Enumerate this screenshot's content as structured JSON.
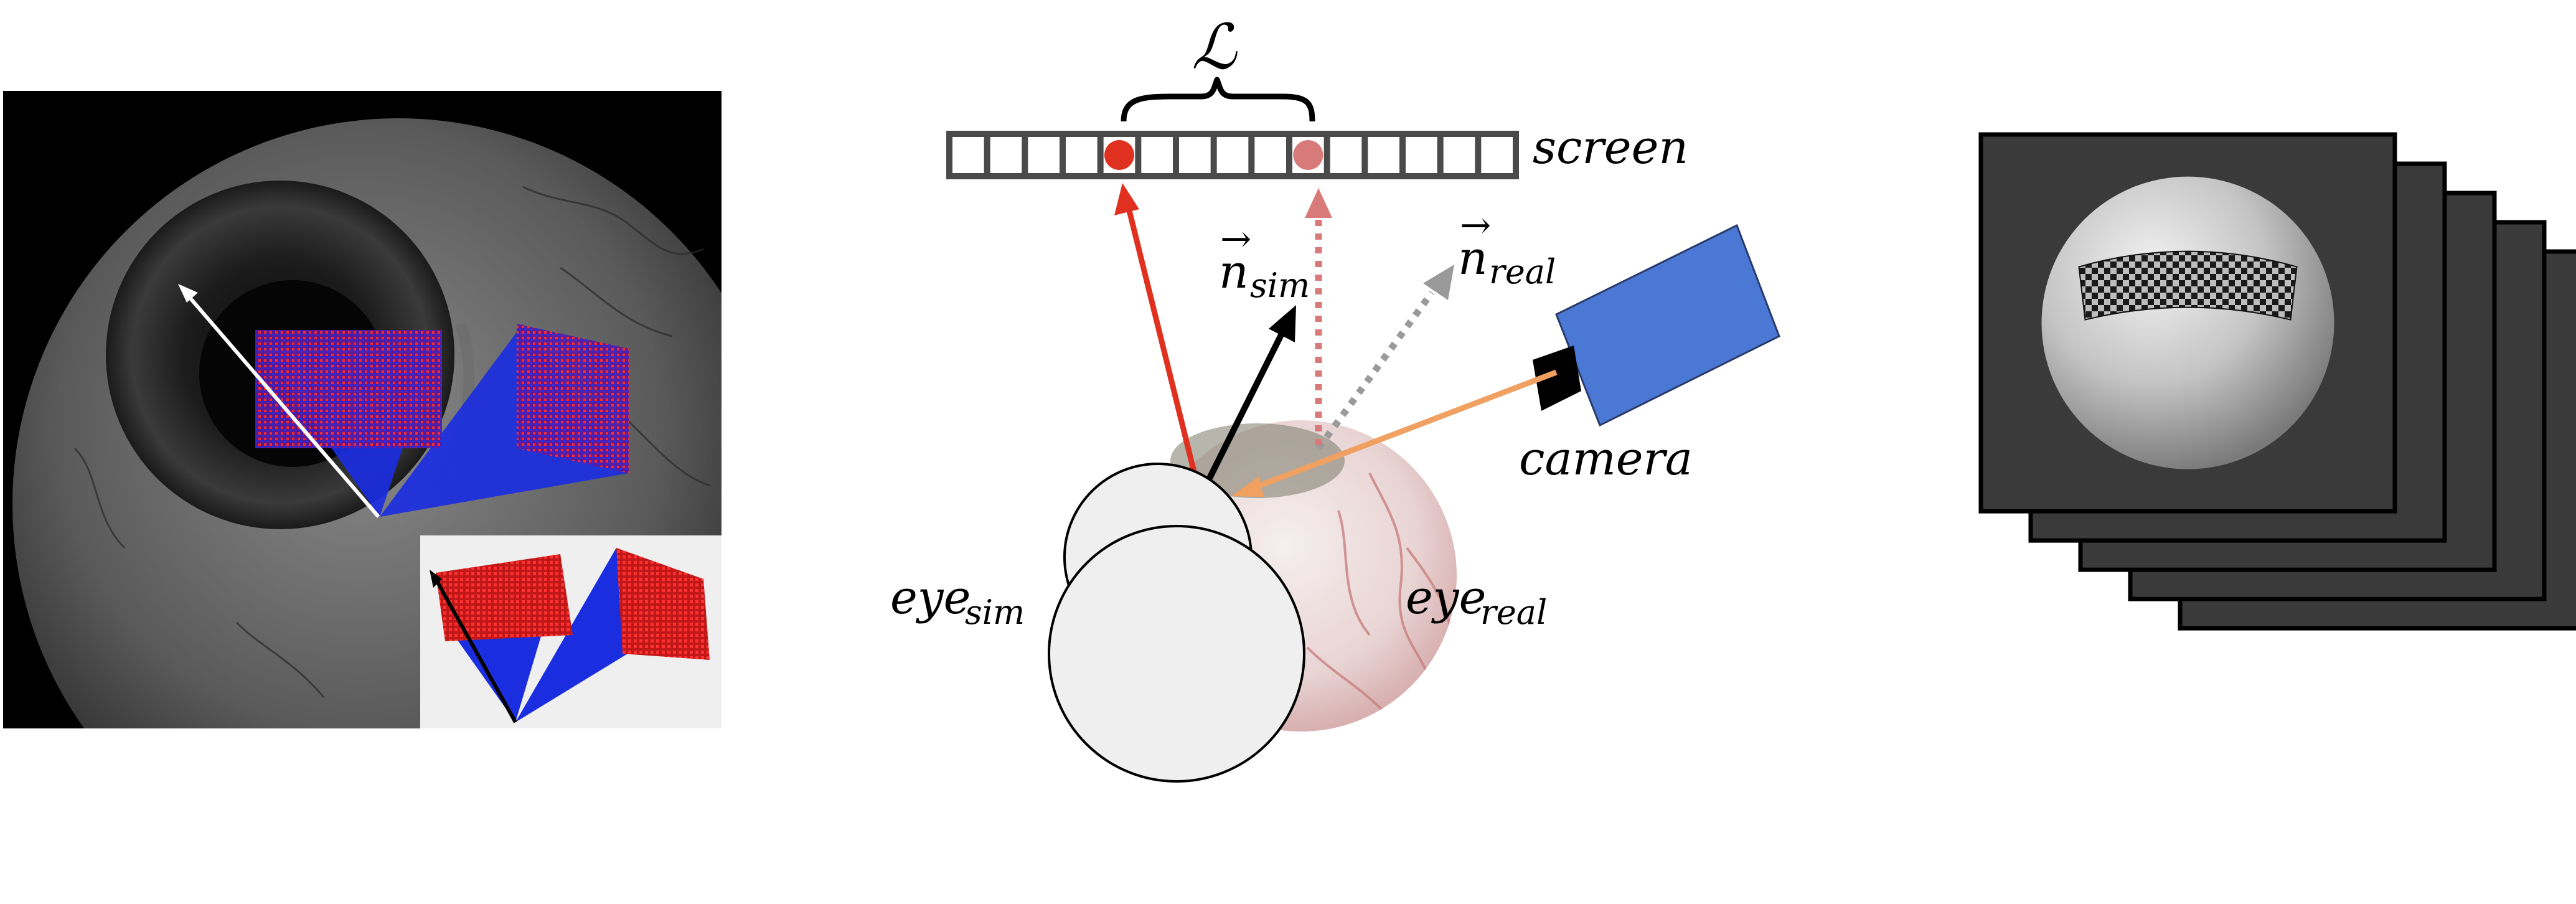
{
  "labels": {
    "loss": "ℒ",
    "screen": "screen",
    "n_sim_base": "n",
    "n_sim_sub": "sim",
    "n_real_base": "n",
    "n_real_sub": "real",
    "camera": "camera",
    "eye_sim_base": "eye",
    "eye_sim_sub": "sim",
    "eye_real_base": "eye",
    "eye_real_sub": "real"
  },
  "colors": {
    "background": "#ffffff",
    "screen_frame": "#4a4a4a",
    "sim_ray": "#e03020",
    "real_ray": "#d97a7a",
    "normal_real": "#9a9a9a",
    "camera_body": "#4a78d4",
    "camera_ray": "#f0a060",
    "eye_sim_fill": "#efefef",
    "photo_bg": "#000000",
    "pattern_red": "#e02020",
    "pattern_blue": "#1a2ee0",
    "render_frame": "#3a3a3a",
    "render_sphere": "#c8c8c8"
  },
  "screen": {
    "cell_count": 15,
    "sim_hit_index": 4,
    "real_hit_index": 9
  },
  "render_stack": {
    "frame_count": 5
  },
  "icons": {
    "camera": "video-camera-box",
    "eye_photo": "photographic-eye"
  }
}
